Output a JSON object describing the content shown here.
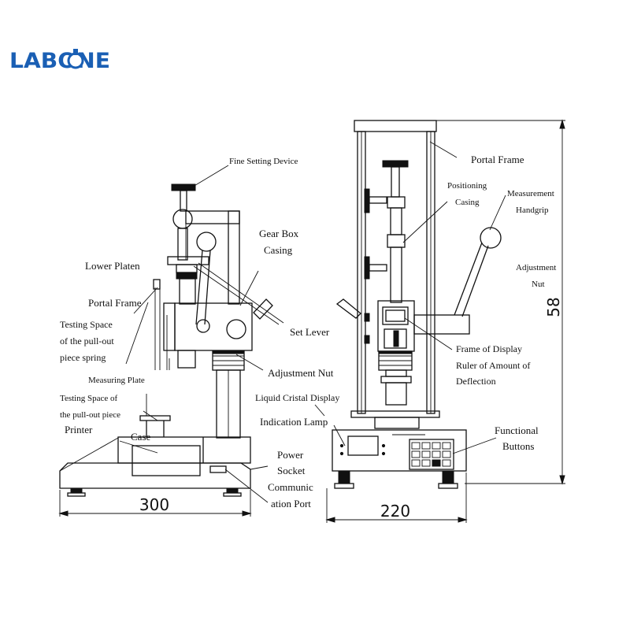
{
  "brand": {
    "name": "LABONE",
    "color": "#1a5fb4"
  },
  "left_view": {
    "labels": {
      "fine_setting_device": "Fine Setting Device",
      "gear_box_casing_1": "Gear Box",
      "gear_box_casing_2": "Casing",
      "lower_platen": "Lower Platen",
      "portal_frame": "Portal Frame",
      "testing_space_spring_1": "Testing   Space",
      "testing_space_spring_2": "of  the  pull-out",
      "testing_space_spring_3": "piece spring",
      "set_lever": "Set Lever",
      "adjustment_nut": "Adjustment Nut",
      "measuring_plate": "Measuring Plate",
      "testing_space_piece_1": "Testing  Space  of",
      "testing_space_piece_2": "the  pull-out  piece",
      "printer": "Printer",
      "case": "Case",
      "power_socket_1": "Power",
      "power_socket_2": "Socket",
      "comm_port_1": "Communic",
      "comm_port_2": "ation Port"
    },
    "width_dimension": "300"
  },
  "right_view": {
    "labels": {
      "portal_frame": "Portal Frame",
      "positioning_casing_1": "Positioning",
      "positioning_casing_2": "Casing",
      "measurement_handgrip_1": "Measurement",
      "measurement_handgrip_2": "Handgrip",
      "adjustment_nut_1": "Adjustment",
      "adjustment_nut_2": "Nut",
      "frame_display_1": "Frame   of   Display",
      "frame_display_2": "Ruler  of  Amount  of",
      "frame_display_3": "Deflection",
      "lcd": "Liquid Cristal Display",
      "indication_lamp": "Indication Lamp",
      "functional_buttons_1": "Functional",
      "functional_buttons_2": "Buttons"
    },
    "width_dimension": "220",
    "height_dimension": "58"
  }
}
